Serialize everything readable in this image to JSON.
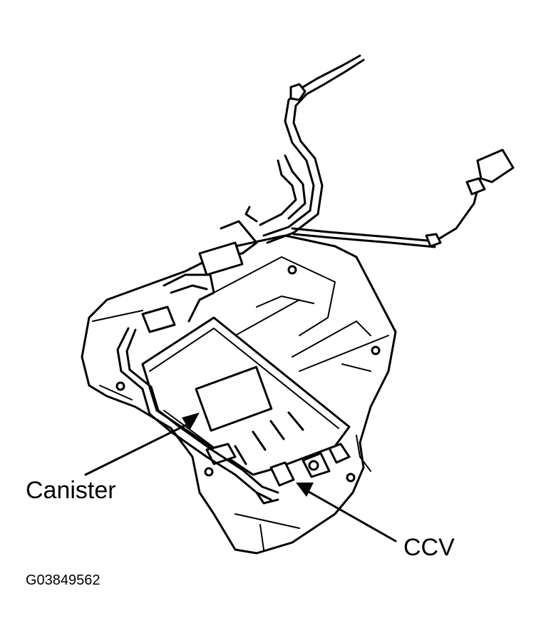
{
  "labels": {
    "canister": "Canister",
    "ccv": "CCV",
    "figure_code": "G03849562"
  }
}
